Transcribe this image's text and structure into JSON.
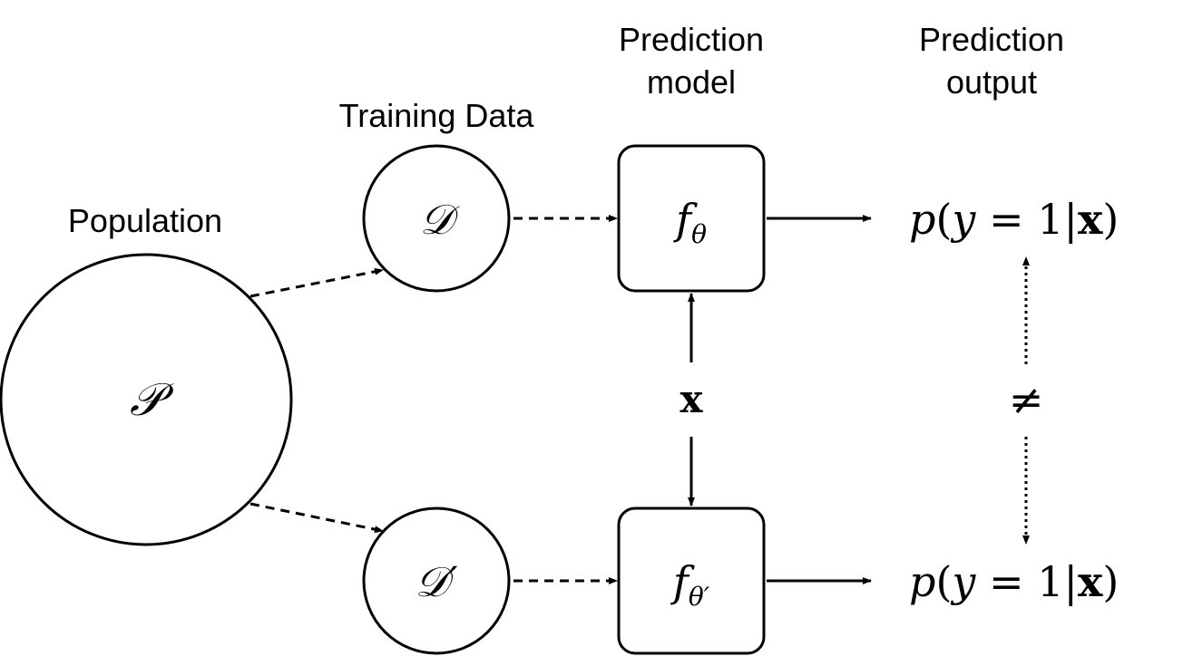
{
  "labels": {
    "population": "Population",
    "training_data": "Training Data",
    "prediction_model_line1": "Prediction",
    "prediction_model_line2": "model",
    "prediction_output_line1": "Prediction",
    "prediction_output_line2": "output"
  },
  "nodes": {
    "population_symbol": "𝒫",
    "dataset_symbol": "𝒟",
    "dataset_prime_symbol": "𝒟′",
    "model_f": "f",
    "model_sub": "θ",
    "model_prime_sub": "θ′",
    "input_x": "x"
  },
  "outputs": {
    "top": {
      "p": "p",
      "open": "(",
      "y": "y",
      "eq": " = 1|",
      "x": "x",
      "close": ")"
    },
    "bottom": {
      "p": "p",
      "open": "(",
      "y": "y",
      "eq": " = 1|",
      "x": "x",
      "close": ")"
    }
  },
  "relation_symbol": "≠",
  "colors": {
    "stroke": "#000000",
    "background": "#ffffff"
  }
}
